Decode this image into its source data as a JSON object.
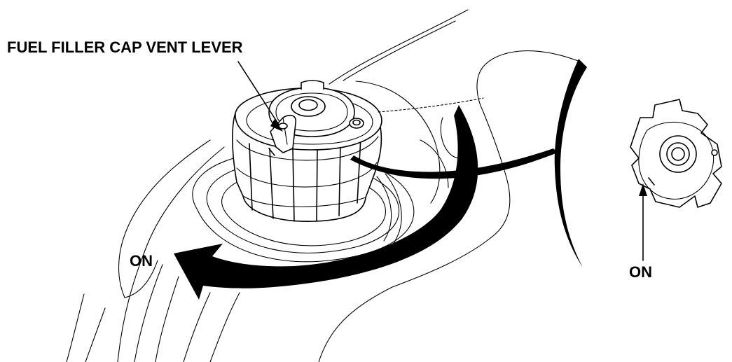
{
  "callouts": {
    "vent_lever": "FUEL FILLER CAP VENT LEVER",
    "on_main": "ON",
    "on_detail": "ON"
  },
  "colors": {
    "line": "#000000",
    "background": "#ffffff"
  }
}
